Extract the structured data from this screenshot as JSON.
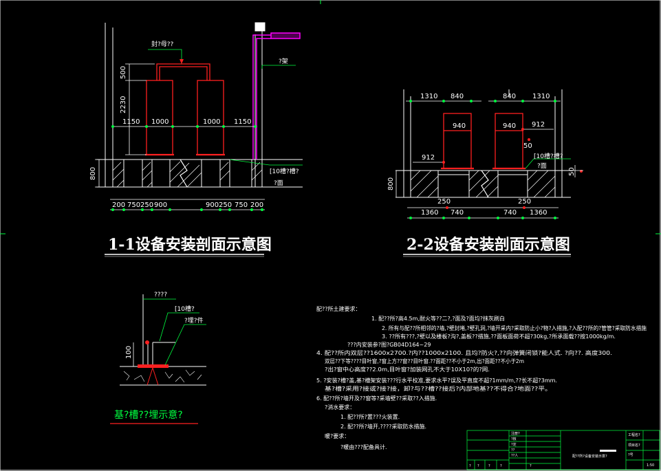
{
  "colors": {
    "background": "#000000",
    "line": "#ffffff",
    "equipment": "#ff2020",
    "dimension": "#00ff40",
    "magenta": "#ff00ff",
    "leader": "#00ff40",
    "yellow": "#ffff00"
  },
  "sec1": {
    "title": "1-1设备安装剖面示意图",
    "label_top": "封?母??",
    "label_right": "?架",
    "label_slot": "[10槽?槽?",
    "label_floor": "?面",
    "dim_h": [
      "500",
      "2230",
      "800"
    ],
    "dim_top": [
      "1150",
      "1000",
      "1000",
      "1150"
    ],
    "dim_bottom": [
      "200",
      "750",
      "250",
      "900",
      "900",
      "250",
      "750",
      "200"
    ]
  },
  "sec2": {
    "title": "2-2设备安装剖面示意图",
    "dim_top_left": [
      "1310",
      "840"
    ],
    "dim_top_right": [
      "840",
      "1310"
    ],
    "box_left": "940",
    "box_right": "940",
    "dim_912_left": "912",
    "dim_912_right": "912",
    "dim_50_a": "50",
    "dim_50_b": "50",
    "dim_800": "800",
    "label_slot": "[10槽?槽?",
    "label_floor": "?面",
    "dim_250_a": "250",
    "dim_250_b": "250",
    "dim_bottom": [
      "1360",
      "740",
      "740",
      "1360"
    ]
  },
  "sec3": {
    "title": "基?槽??埋示意?",
    "label_a": "????",
    "label_b": "[10槽?",
    "label_c": "?埋?件",
    "dim_100": "100"
  },
  "notes": {
    "heading": "配??所土建要求：",
    "lines": [
      "1. 配??所?高4.5m,耐火等??二?,?面及?面均?抹灰刷白",
      "2. 所有与配??所相邻的?墙,?壁封堵,?壁孔洞,?墙开采内?采取防止小?物?入措施,?入配??所的?管管?采取防水措施",
      "3. ??所有???,?壁以及楼板?沟?,盖板??措施,??面板面荷不超?30kg,?所承面载??按1000kg/m.",
      "???内安装参?图?GB04D164~29",
      "4. 配??所内双层??1600x2700.?内??1000x2100. 且均?防火?,??向弹簧闭锁?能人式. ?向??. 高度300.",
      "双层??下等????目叶窗,?窗上方??窗??目叶窗.??面距??不小于2m,出?面距??不小于2m",
      "?出?窗中心高度??2.0m,目叶窗?加装网孔不大于10X10?的?网.",
      "5. ?安装?槽?盖,基?槽架安装???行水平校准,要求水平?误及平直度不超?1mm/m,??长不超?3mm.",
      "基?槽?采用?接或?接?接，卸?与??槽??接后?内部地基??不得合?地面??平。",
      "6. 配??所?墙开及??窗等?采墙壁??采取??入措施.",
      "?消水要求：",
      "1. 配??所?置???火装置.",
      "2. 配??所?墙开,????采取防水措施.",
      "暖?要求：",
      "?暖由???配备具计."
    ]
  },
  "titleblock": {
    "cells": [
      "注册?",
      "?核",
      "?定",
      "??",
      "??人",
      "?",
      "?",
      "?",
      "?",
      "?",
      "配??所?设备安装示意?",
      "工程名?",
      "项目名?",
      "?号",
      "1:50"
    ]
  }
}
